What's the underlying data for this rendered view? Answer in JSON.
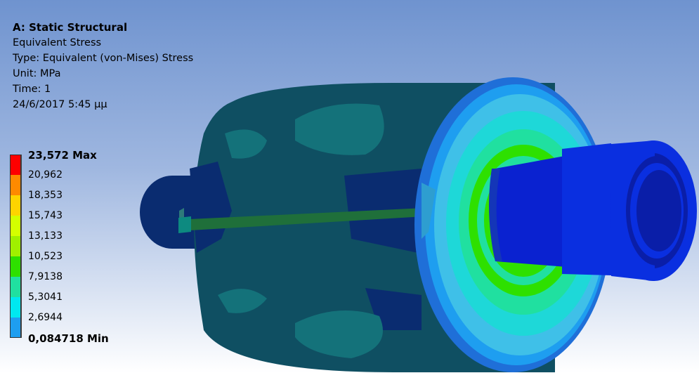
{
  "header": {
    "analysis": "A: Static Structural",
    "result": "Equivalent Stress",
    "type": "Type: Equivalent (von-Mises) Stress",
    "unit": "Unit: MPa",
    "time": "Time: 1",
    "date": "24/6/2017 5:45 μμ"
  },
  "legend": {
    "ticks": [
      "23,572 Max",
      "20,962",
      "18,353",
      "15,743",
      "13,133",
      "10,523",
      "7,9138",
      "5,3041",
      "2,6944",
      "0,084718 Min"
    ],
    "colors": [
      "#ff0000",
      "#ff8a00",
      "#ffd400",
      "#d4ff00",
      "#a0f000",
      "#2ee000",
      "#20e0a0",
      "#00e8f0",
      "#1e9ef0",
      "#0a2fe0"
    ]
  },
  "colors": {
    "background_top": "#6f93cf",
    "background_bottom": "#ffffff",
    "body_dark": "#0f4f62",
    "body_navy": "#0a2c70",
    "accent_blue": "#1f6fd8"
  }
}
